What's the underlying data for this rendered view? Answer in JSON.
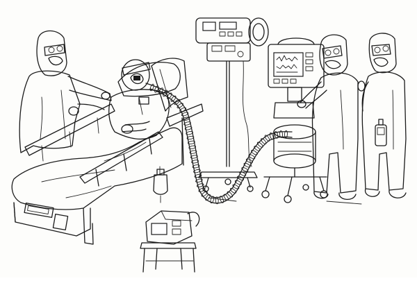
{
  "scene": {
    "subjects": [
      "ppe-worker-left",
      "patient-in-bed",
      "ventilator",
      "monitor-on-stand",
      "ppe-worker-right",
      "ppe-worker-far-right",
      "portable-device-on-stool"
    ],
    "colors": {
      "ink": "#1a1a1a",
      "paper": "#fdfdfb"
    }
  }
}
